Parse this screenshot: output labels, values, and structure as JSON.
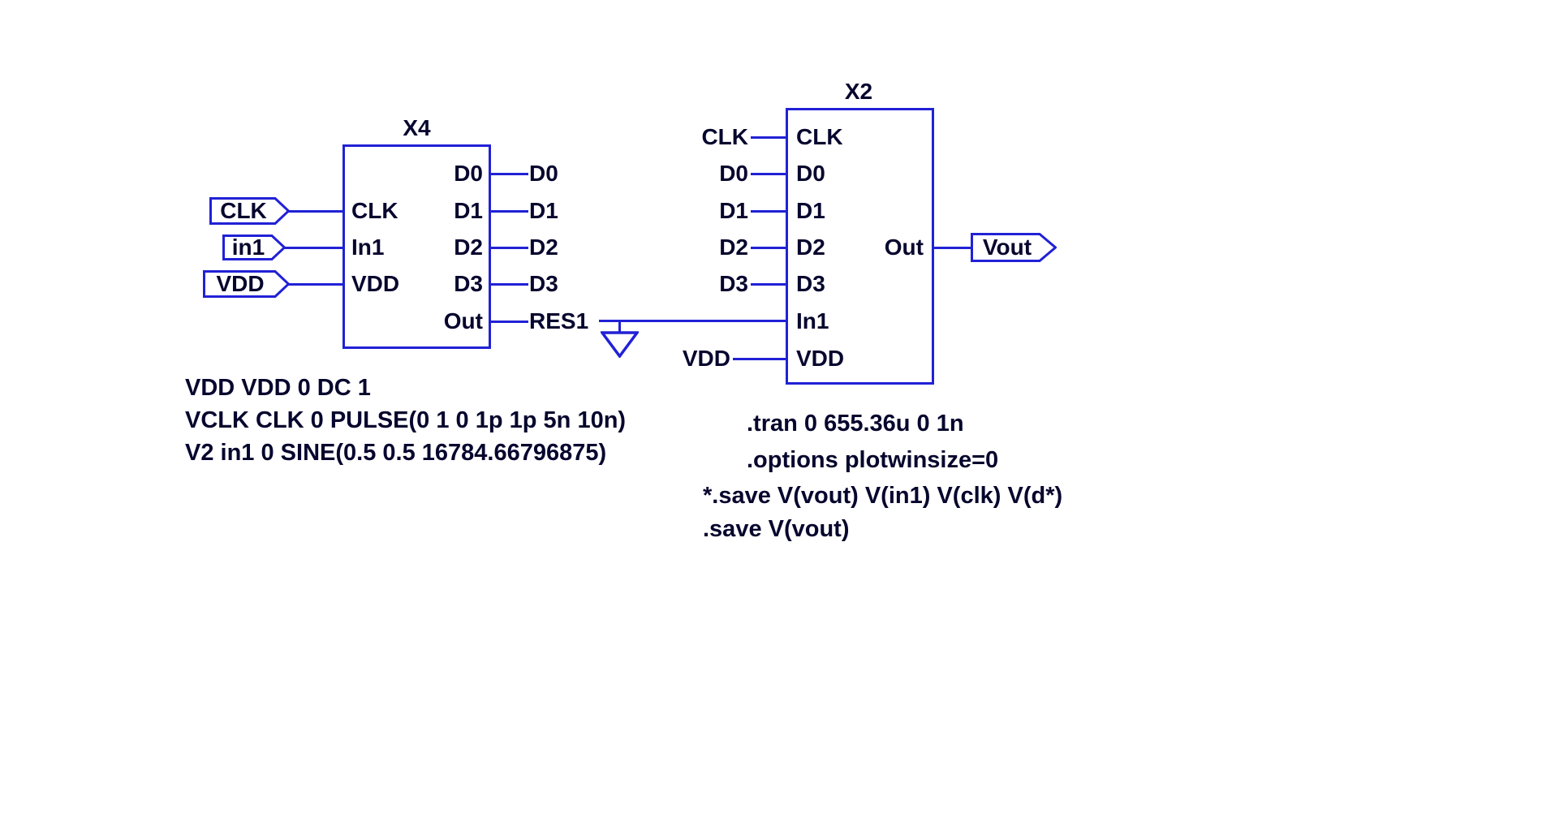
{
  "colors": {
    "wire": "#2121d6",
    "text": "#06062e",
    "background": "#ffffff"
  },
  "x4": {
    "title": "X4",
    "flags": [
      {
        "label": "CLK"
      },
      {
        "label": "in1"
      },
      {
        "label": "VDD"
      }
    ],
    "pins_left": [
      "CLK",
      "In1",
      "VDD"
    ],
    "pins_right": [
      "D0",
      "D1",
      "D2",
      "D3",
      "Out"
    ],
    "nets_right": [
      "D0",
      "D1",
      "D2",
      "D3",
      "RES1"
    ]
  },
  "x2": {
    "title": "X2",
    "nets_left": [
      "CLK",
      "D0",
      "D1",
      "D2",
      "D3",
      "VDD"
    ],
    "pins_left": [
      "CLK",
      "D0",
      "D1",
      "D2",
      "D3",
      "In1",
      "VDD"
    ],
    "pin_right": "Out",
    "flag_right": "Vout"
  },
  "spice": {
    "source_lines": [
      "VDD VDD 0 DC 1",
      "VCLK CLK 0 PULSE(0 1 0 1p 1p 5n 10n)",
      "V2 in1 0 SINE(0.5 0.5 16784.66796875)"
    ],
    "directive_lines": [
      ".tran 0 655.36u 0 1n",
      ".options plotwinsize=0",
      "*.save V(vout) V(in1) V(clk) V(d*)",
      ".save V(vout)"
    ]
  }
}
